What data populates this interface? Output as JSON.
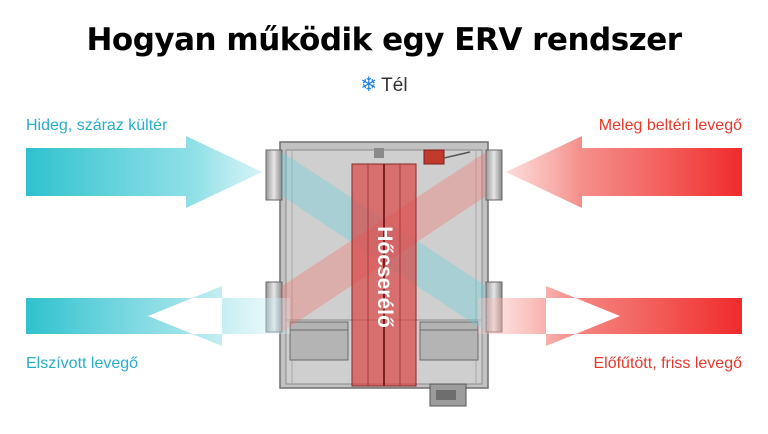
{
  "title": "Hogyan működik egy ERV rendszer",
  "season": {
    "icon": "snowflake-icon",
    "label": "Tél"
  },
  "flows": {
    "top_left": "Hideg, száraz kültér",
    "bottom_left": "Elszívott levegő",
    "top_right": "Meleg beltéri levegő",
    "bottom_right": "Előfűtött, friss levegő"
  },
  "core_label": "Hőcserélő",
  "colors": {
    "cold": "#27aeca",
    "hot": "#e8382c",
    "accent": "#1e7fe0"
  }
}
